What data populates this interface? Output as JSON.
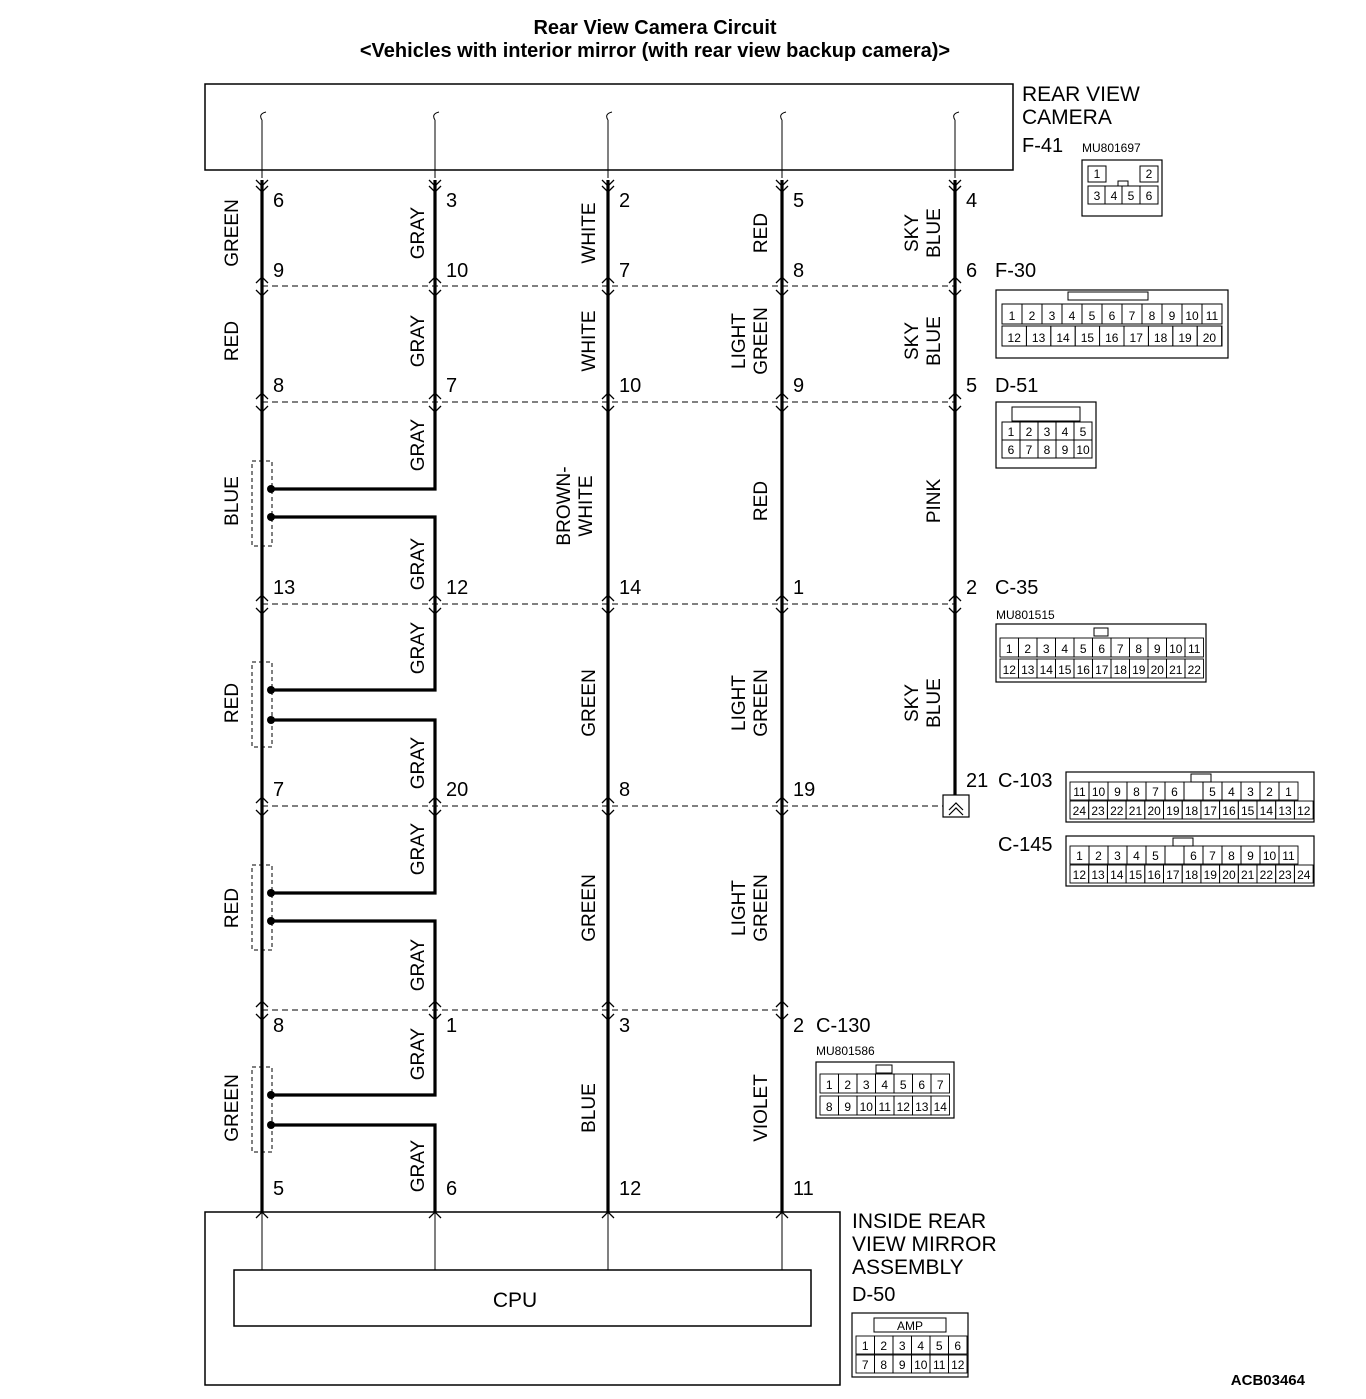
{
  "title": "Rear View Camera Circuit",
  "subtitle": "<Vehicles with interior mirror (with rear view backup camera)>",
  "components": {
    "camera": {
      "lines": [
        "REAR VIEW",
        "CAMERA"
      ],
      "connector": "F-41",
      "part": "MU801697"
    },
    "mirror": {
      "lines": [
        "INSIDE REAR",
        "VIEW MIRROR",
        "ASSEMBLY"
      ],
      "connector": "D-50",
      "cpu_label": "CPU",
      "amp_label": "AMP"
    }
  },
  "connectors": {
    "F30": "F-30",
    "D51": "D-51",
    "C35": "C-35",
    "C35_part": "MU801515",
    "C103": "C-103",
    "C145": "C-145",
    "C130": "C-130",
    "C130_part": "MU801586"
  },
  "pins": {
    "camera": [
      "6",
      "3",
      "2",
      "5",
      "4"
    ],
    "f30": [
      "9",
      "10",
      "7",
      "8",
      "6"
    ],
    "d51": [
      "8",
      "7",
      "10",
      "9",
      "5"
    ],
    "c35": [
      "13",
      "12",
      "14",
      "1",
      "2"
    ],
    "c103": [
      "7",
      "20",
      "8",
      "19",
      "21"
    ],
    "c130": [
      "8",
      "1",
      "3",
      "2"
    ],
    "mirror": [
      "5",
      "6",
      "12",
      "11"
    ]
  },
  "wire_colors": {
    "seg1": [
      [
        "GREEN"
      ],
      [
        "GRAY"
      ],
      [
        "WHITE"
      ],
      [
        "RED"
      ],
      [
        "SKY",
        "BLUE"
      ]
    ],
    "seg2": [
      [
        "RED"
      ],
      [
        "GRAY"
      ],
      [
        "WHITE"
      ],
      [
        "LIGHT",
        "GREEN"
      ],
      [
        "SKY",
        "BLUE"
      ]
    ],
    "seg3_col1": "BLUE",
    "seg3_gray_top": "GRAY",
    "seg3_gray_bottom": "GRAY",
    "seg3_col3": [
      "BROWN-",
      "WHITE"
    ],
    "seg3_col4": "RED",
    "seg3_col5": "PINK",
    "seg4_col1": "RED",
    "seg4_gray_top": "GRAY",
    "seg4_gray_bottom": "GRAY",
    "seg4_col3": "GREEN",
    "seg4_col4": [
      "LIGHT",
      "GREEN"
    ],
    "seg4_col5": [
      "SKY",
      "BLUE"
    ],
    "seg5_col1": "RED",
    "seg5_gray_top": "GRAY",
    "seg5_gray_bottom": "GRAY",
    "seg5_col3": "GREEN",
    "seg5_col4": [
      "LIGHT",
      "GREEN"
    ],
    "seg6_col1": "GREEN",
    "seg6_gray_top": "GRAY",
    "seg6_gray_bottom": "GRAY",
    "seg6_col3": "BLUE",
    "seg6_col4": "VIOLET"
  },
  "connector_faces": {
    "F41": {
      "top": [
        "1",
        "",
        "2"
      ],
      "bottom": [
        "3",
        "4",
        "5",
        "6"
      ]
    },
    "F30": {
      "top": [
        "1",
        "2",
        "3",
        "4",
        "5",
        "6",
        "7",
        "8",
        "9",
        "10",
        "11"
      ],
      "bottom": [
        "12",
        "13",
        "14",
        "15",
        "16",
        "17",
        "18",
        "19",
        "20"
      ]
    },
    "D51": {
      "top": [
        "1",
        "2",
        "3",
        "4",
        "5"
      ],
      "bottom": [
        "6",
        "7",
        "8",
        "9",
        "10"
      ]
    },
    "C35": {
      "top": [
        "1",
        "2",
        "3",
        "4",
        "5",
        "6",
        "7",
        "8",
        "9",
        "10",
        "11"
      ],
      "bottom": [
        "12",
        "13",
        "14",
        "15",
        "16",
        "17",
        "18",
        "19",
        "20",
        "21",
        "22"
      ]
    },
    "C103": {
      "top": [
        "11",
        "10",
        "9",
        "8",
        "7",
        "6",
        "",
        "5",
        "4",
        "3",
        "2",
        "1"
      ],
      "bottom": [
        "24",
        "23",
        "22",
        "21",
        "20",
        "19",
        "18",
        "17",
        "16",
        "15",
        "14",
        "13",
        "12"
      ]
    },
    "C145": {
      "top": [
        "1",
        "2",
        "3",
        "4",
        "5",
        "",
        "6",
        "7",
        "8",
        "9",
        "10",
        "11"
      ],
      "bottom": [
        "12",
        "13",
        "14",
        "15",
        "16",
        "17",
        "18",
        "19",
        "20",
        "21",
        "22",
        "23",
        "24"
      ]
    },
    "C130": {
      "top": [
        "1",
        "2",
        "3",
        "4",
        "5",
        "6",
        "7"
      ],
      "bottom": [
        "8",
        "9",
        "10",
        "11",
        "12",
        "13",
        "14"
      ]
    },
    "D50": {
      "top": [
        "1",
        "2",
        "3",
        "4",
        "5",
        "6"
      ],
      "bottom": [
        "7",
        "8",
        "9",
        "10",
        "11",
        "12"
      ]
    }
  },
  "figure_ref": "ACB03464"
}
